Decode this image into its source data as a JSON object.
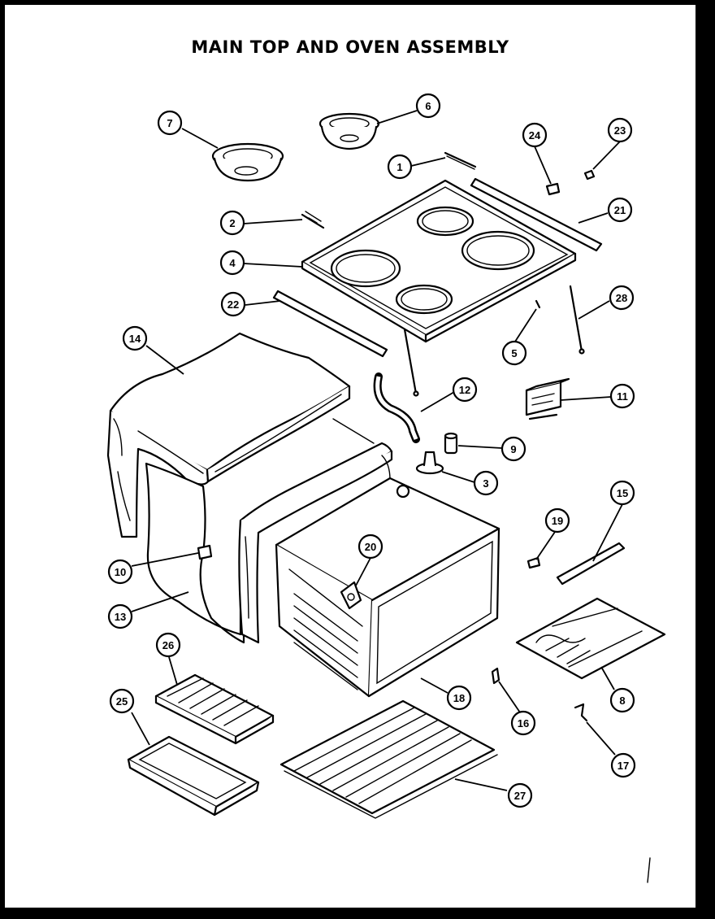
{
  "title": "MAIN TOP AND OVEN ASSEMBLY",
  "callouts": [
    {
      "id": "7",
      "label": "7"
    },
    {
      "id": "6",
      "label": "6"
    },
    {
      "id": "24",
      "label": "24"
    },
    {
      "id": "23",
      "label": "23"
    },
    {
      "id": "1",
      "label": "1"
    },
    {
      "id": "21",
      "label": "21"
    },
    {
      "id": "2",
      "label": "2"
    },
    {
      "id": "4",
      "label": "4"
    },
    {
      "id": "22",
      "label": "22"
    },
    {
      "id": "28",
      "label": "28"
    },
    {
      "id": "5",
      "label": "5"
    },
    {
      "id": "14",
      "label": "14"
    },
    {
      "id": "12",
      "label": "12"
    },
    {
      "id": "11",
      "label": "11"
    },
    {
      "id": "9",
      "label": "9"
    },
    {
      "id": "3",
      "label": "3"
    },
    {
      "id": "15",
      "label": "15"
    },
    {
      "id": "19",
      "label": "19"
    },
    {
      "id": "20",
      "label": "20"
    },
    {
      "id": "10",
      "label": "10"
    },
    {
      "id": "13",
      "label": "13"
    },
    {
      "id": "26",
      "label": "26"
    },
    {
      "id": "8",
      "label": "8"
    },
    {
      "id": "18",
      "label": "18"
    },
    {
      "id": "25",
      "label": "25"
    },
    {
      "id": "16",
      "label": "16"
    },
    {
      "id": "17",
      "label": "17"
    },
    {
      "id": "27",
      "label": "27"
    }
  ]
}
